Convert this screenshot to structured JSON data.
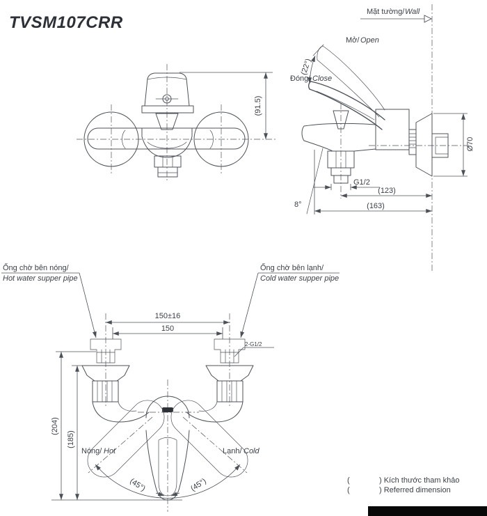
{
  "title": "TVSM107CRR",
  "colors": {
    "line": "#4c5158",
    "text": "#3a3f46",
    "footer_bar": "#080808"
  },
  "front_view": {
    "dim_height": "(91.5)"
  },
  "side_view": {
    "wall_vi": "Mặt tường/",
    "wall_en": "Wall",
    "open_vi": "Mở/",
    "open_en": "Open",
    "close_vi": "Đóng/",
    "close_en": "Close",
    "open_angle": "(22°)",
    "flange_diameter": "Ø70",
    "outlet_thread": "G1/2",
    "dim_wall_to_outlet": "(123)",
    "dim_wall_to_spout": "(163)",
    "spout_angle": "8°"
  },
  "bottom_view": {
    "hot_pipe_vi": "Ống chờ bên nóng/",
    "hot_pipe_en": "Hot water supper pipe",
    "cold_pipe_vi": "Ống chờ bên lạnh/",
    "cold_pipe_en": "Cold water supper pipe",
    "dim_center_tol": "150±16",
    "dim_center": "150",
    "dim_total_height": "(204)",
    "dim_body_height": "(185)",
    "hot_vi": "Nóng/",
    "hot_en": "Hot",
    "cold_vi": "Lạnh/",
    "cold_en": "Cold",
    "handle_angle_left": "(45°)",
    "handle_angle_right": "(45°)",
    "inlet_thread": "2-G1/2"
  },
  "legend": {
    "paren": "(",
    "referred_vi": ") Kích thước tham khảo",
    "referred_en": ") Referred dimension"
  }
}
